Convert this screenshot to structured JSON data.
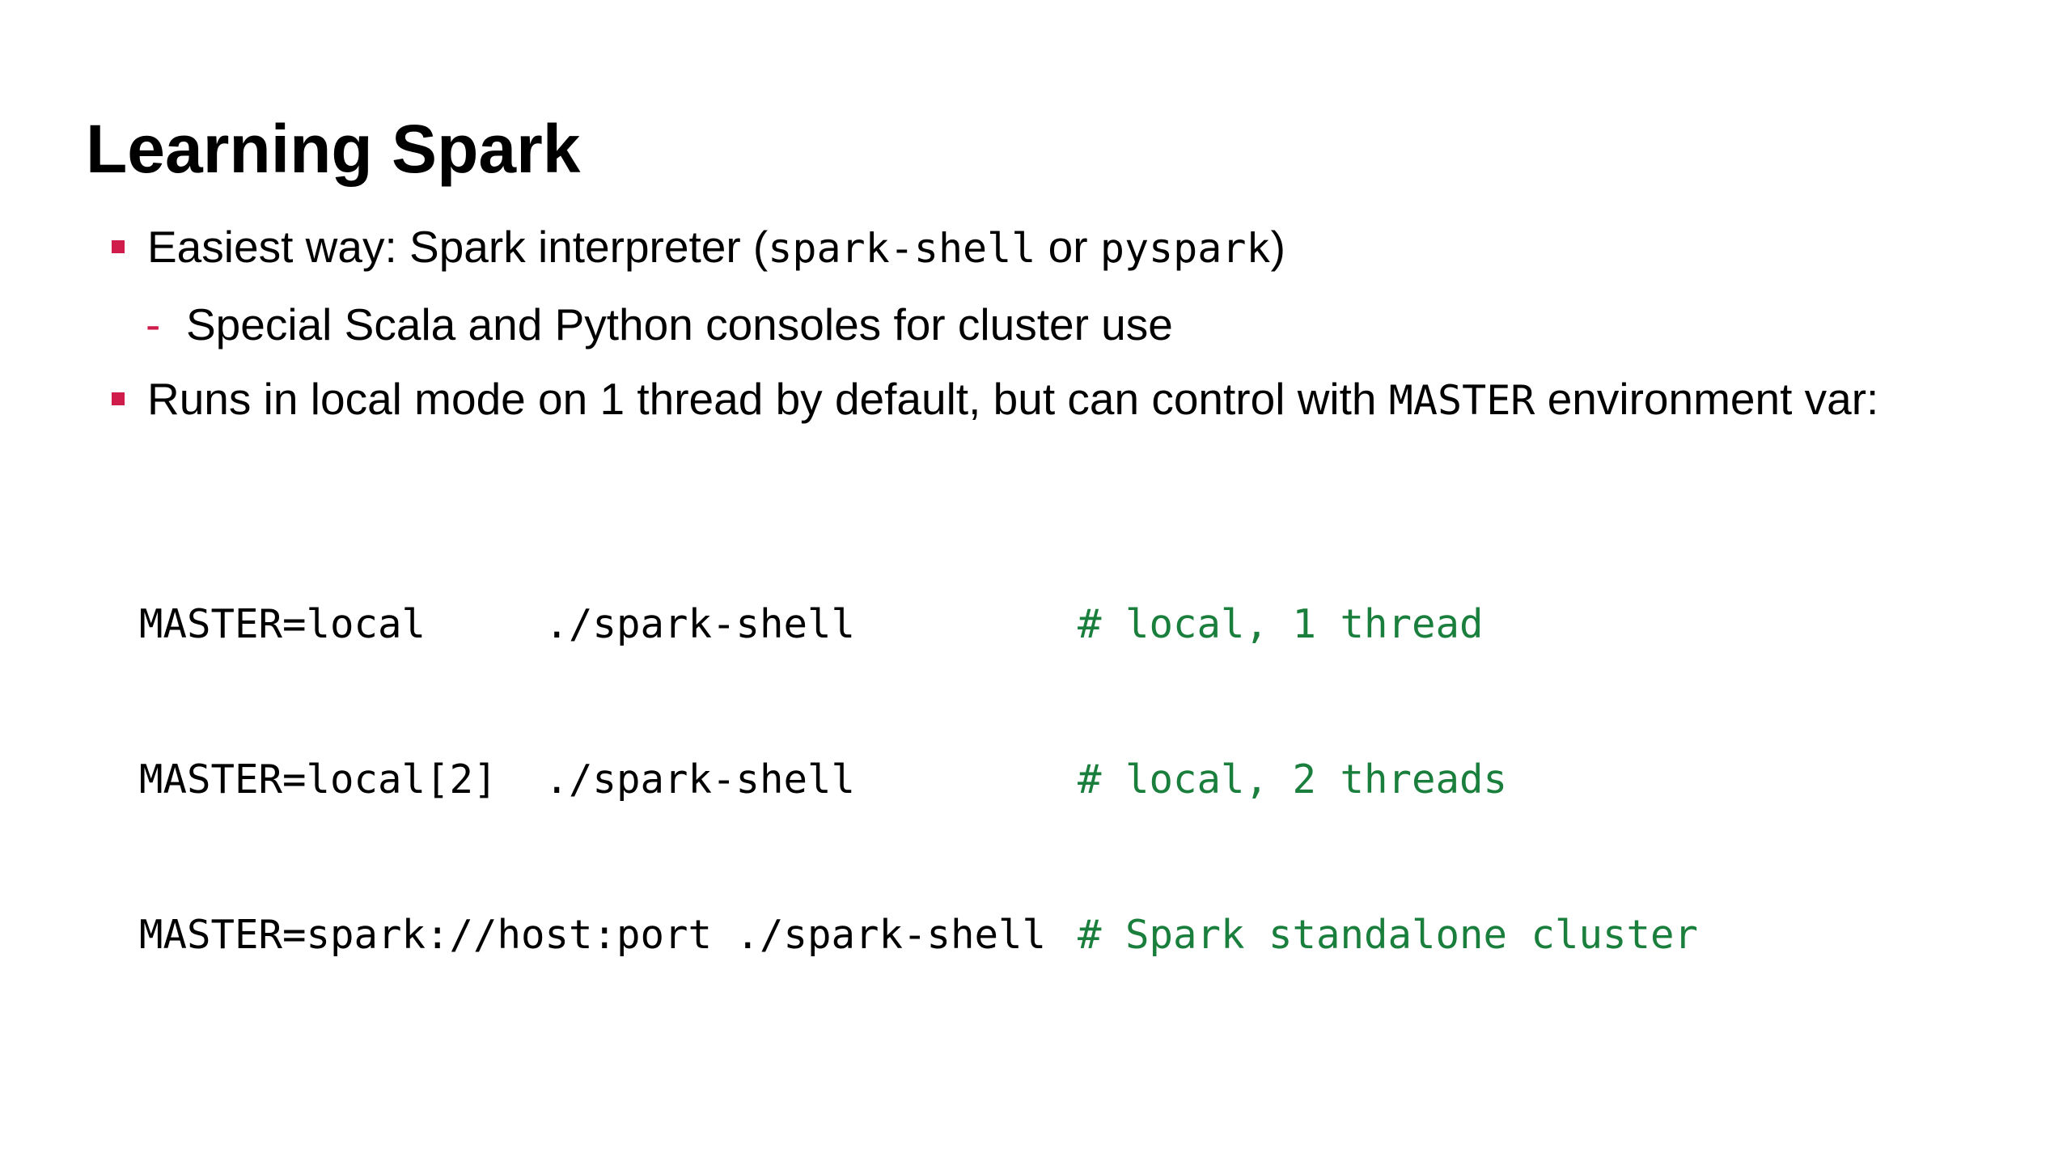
{
  "colors": {
    "accent": "#d01c4b",
    "comment": "#1a7f3c",
    "text": "#000000",
    "background": "#ffffff"
  },
  "slide": {
    "title": "Learning Spark",
    "bullets": [
      {
        "parts": [
          "Easiest way: Spark interpreter (",
          "spark-shell",
          " or ",
          "pyspark",
          ")"
        ],
        "subitems": [
          "Special Scala and Python consoles for cluster use"
        ]
      },
      {
        "parts": [
          "Runs in local mode on 1 thread by default, but can control with ",
          "MASTER",
          " environment var:"
        ]
      }
    ],
    "code_lines": [
      {
        "command": "MASTER=local     ./spark-shell",
        "comment": "# local, 1 thread"
      },
      {
        "command": "MASTER=local[2]  ./spark-shell",
        "comment": "# local, 2 threads"
      },
      {
        "command": "MASTER=spark://host:port ./spark-shell",
        "comment": "# Spark standalone cluster"
      }
    ]
  }
}
